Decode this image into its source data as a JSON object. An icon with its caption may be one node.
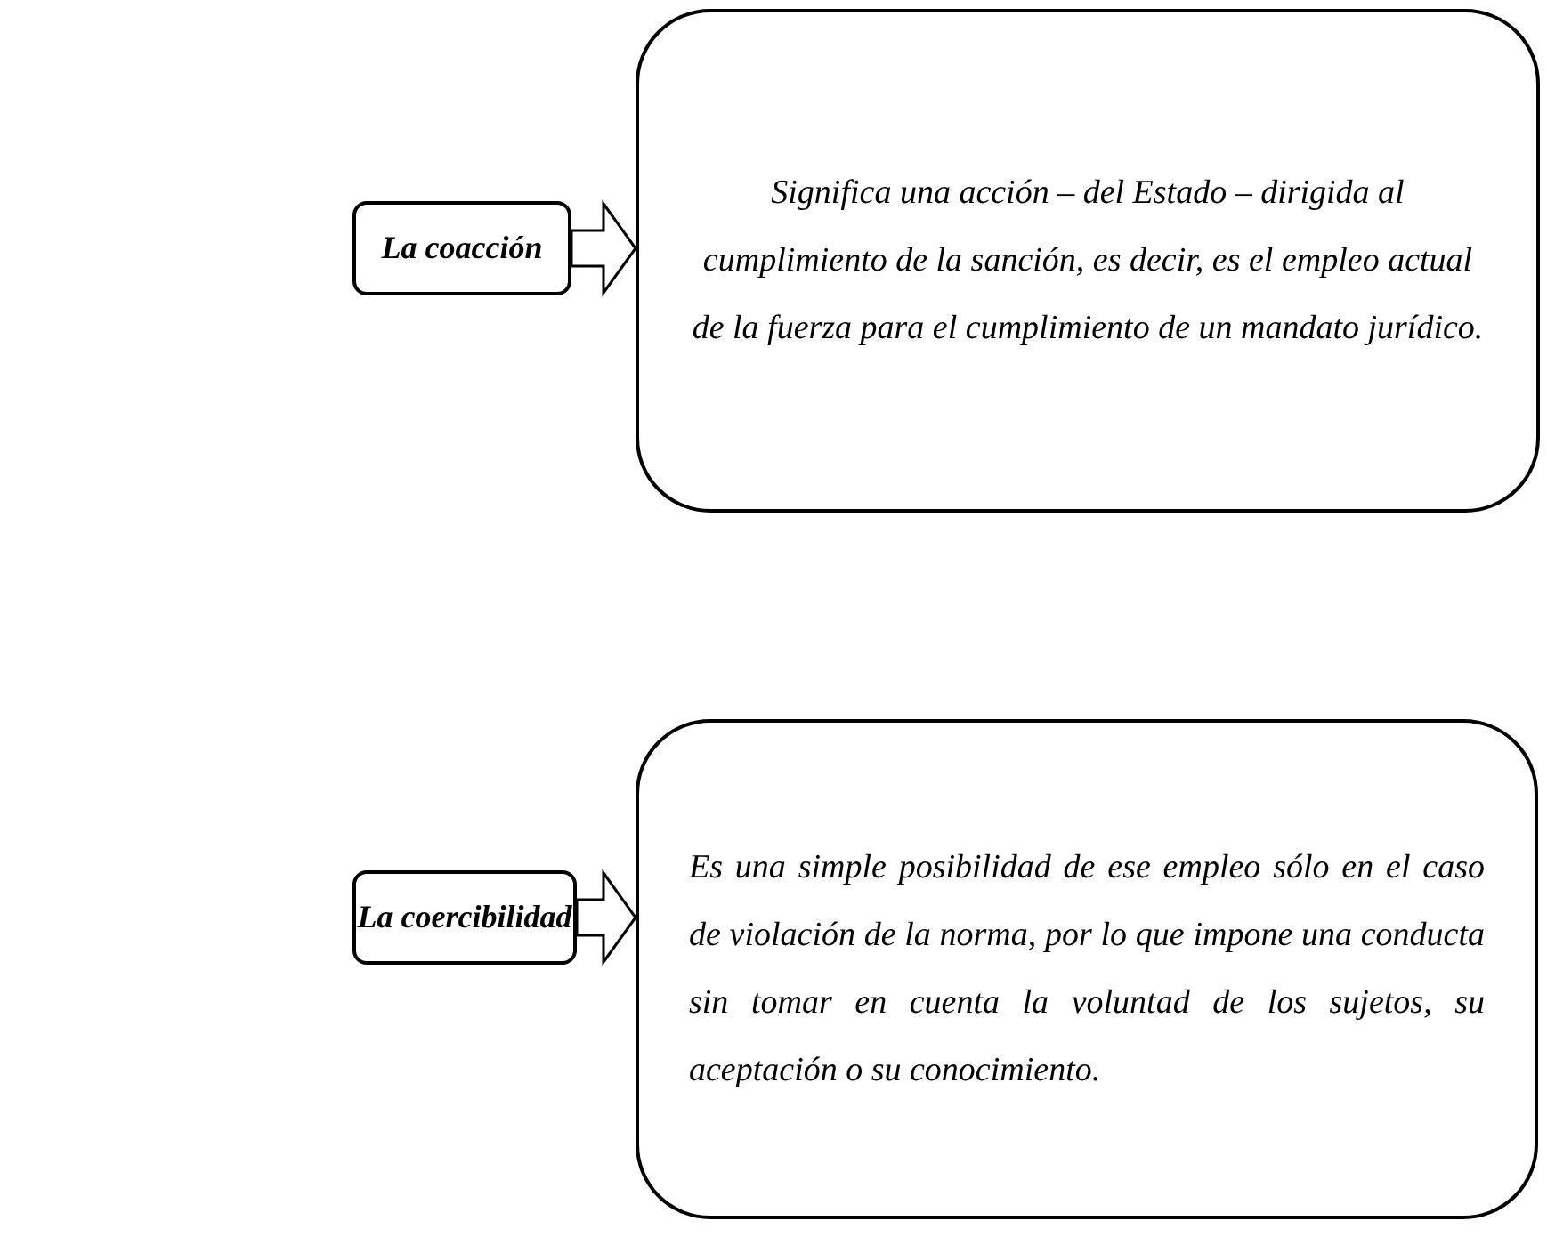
{
  "diagram": {
    "nodes": [
      {
        "text": [
          "La coacción"
        ]
      },
      {
        "text": [
          "Significa una acción – del Estado – dirigida al cumplimiento de la sanción, es decir, es el empleo actual de la fuerza para el cumplimiento de un mandato jurídico."
        ]
      },
      {
        "text": [
          "La coercibilidad"
        ]
      },
      {
        "text": [
          "Es una simple posibilidad de ese empleo sólo en el caso de violación de la norma, por lo que impone una conducta sin tomar en cuenta la voluntad de los sujetos, su aceptación o su conocimiento."
        ]
      }
    ],
    "edges": [
      {
        "from": 0,
        "to": 1,
        "arrow": "to"
      },
      {
        "from": 2,
        "to": 3,
        "arrow": "to"
      }
    ]
  }
}
